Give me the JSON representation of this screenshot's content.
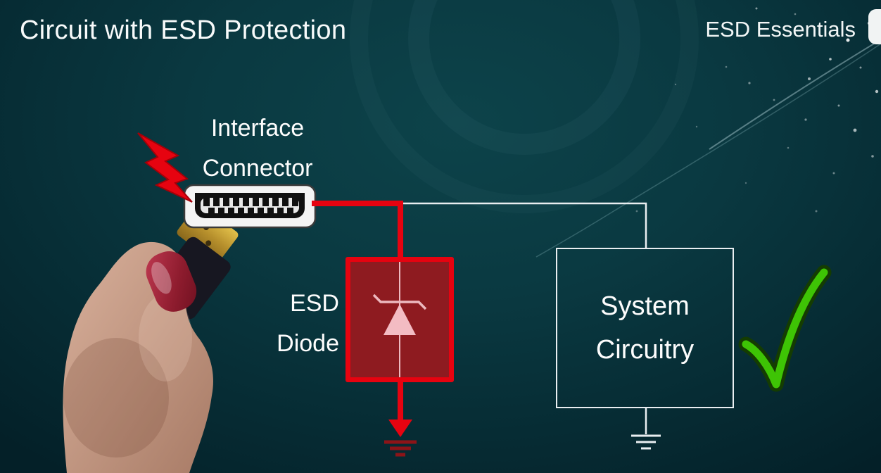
{
  "slide": {
    "title": "Circuit with ESD Protection",
    "brand": "ESD Essentials"
  },
  "diagram": {
    "connector_label": {
      "line1": "Interface",
      "line2": "Connector"
    },
    "esd_diode_label": {
      "line1": "ESD",
      "line2": "Diode"
    },
    "system_box": {
      "line1": "System",
      "line2": "Circuitry"
    },
    "icons": {
      "esd_strike": "lightning-bolt-icon",
      "protection_ok": "checkmark-icon",
      "diode_ground": "ground-symbol",
      "system_ground": "ground-symbol",
      "connector_photo": "hand-holding-hdmi-cable",
      "diode_symbol": "zener-diode-symbol"
    },
    "colors": {
      "background": "#0a3941",
      "wire_red": "#e60310",
      "diode_box_fill": "#8e1b20",
      "diode_symbol_pink": "#f3bcc3",
      "wire_white": "#e9eef1",
      "check_green": "#3ec405",
      "text": "#ffffff"
    }
  }
}
